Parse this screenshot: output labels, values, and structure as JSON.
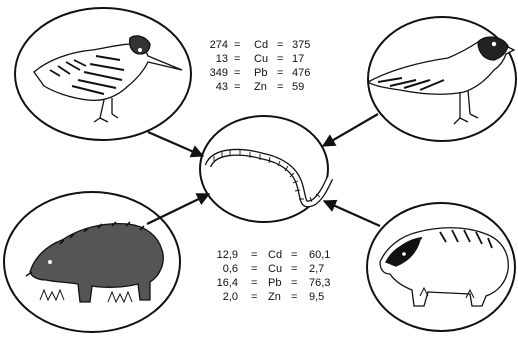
{
  "figure": {
    "organisms": {
      "top_left": "woodcock-icon",
      "top_right": "gull-icon",
      "center": "earthworm-icon",
      "bottom_left": "wild-boar-icon",
      "bottom_right": "badger-icon"
    },
    "top_table": {
      "rows": [
        {
          "left": "274",
          "element": "Cd",
          "right": "375"
        },
        {
          "left": "13",
          "element": "Cu",
          "right": "17"
        },
        {
          "left": "349",
          "element": "Pb",
          "right": "476"
        },
        {
          "left": "43",
          "element": "Zn",
          "right": "59"
        }
      ]
    },
    "bottom_table": {
      "rows": [
        {
          "left": "12,9",
          "element": "Cd",
          "right": "60,1"
        },
        {
          "left": "0,6",
          "element": "Cu",
          "right": "2,7"
        },
        {
          "left": "16,4",
          "element": "Pb",
          "right": "76,3"
        },
        {
          "left": "2,0",
          "element": "Zn",
          "right": "9,5"
        }
      ]
    },
    "equals_sign": "="
  }
}
